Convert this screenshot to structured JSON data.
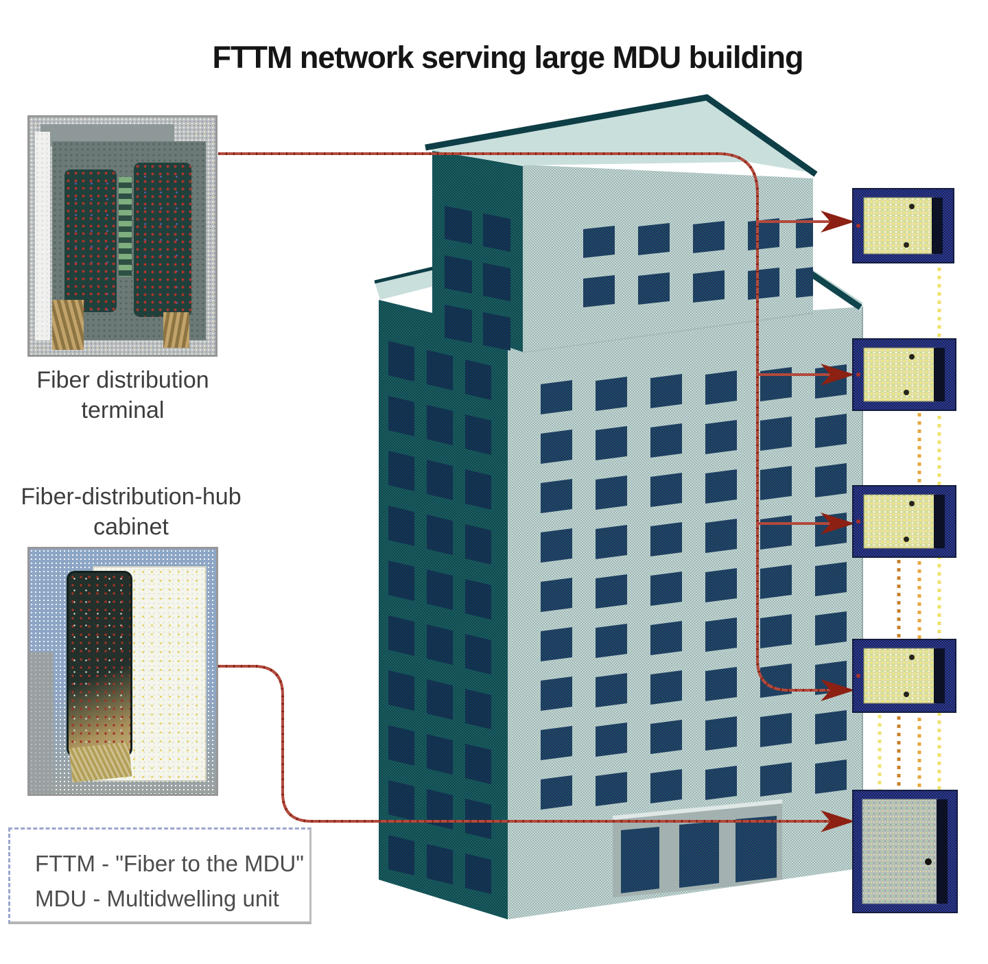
{
  "title": "FTTM network serving large MDU building",
  "terminal_photo": {
    "caption_line1": "Fiber distribution",
    "caption_line2": "terminal"
  },
  "hub_cabinet": {
    "caption_line1": "Fiber-distribution-hub",
    "caption_line2": "cabinet"
  },
  "legend": {
    "line1": "FTTM - \"Fiber to the MDU\"",
    "line2": "MDU - Multidwelling unit"
  },
  "network": {
    "wall_outlet_count": 4,
    "equipment_door_count": 1,
    "feed_lines": [
      "terminal-to-building-drop",
      "hub-cabinet-to-building-drop"
    ],
    "riser_count": 4
  },
  "colors": {
    "feed_line_red": "#b2493c",
    "arrow_dark_red": "#8c2012",
    "outlet_frame_blue": "#2c3a9e",
    "outlet_plate_khaki": "#e0dda2",
    "door_plate_gray": "#b7beb8",
    "riser_yellow": "#eee26a",
    "riser_orange": "#e7a83e",
    "riser_brown": "#c9802c",
    "building_light_teal": "#c3dbd7",
    "building_dark_teal": "#1c6064",
    "window_teal": "#1b525c"
  }
}
